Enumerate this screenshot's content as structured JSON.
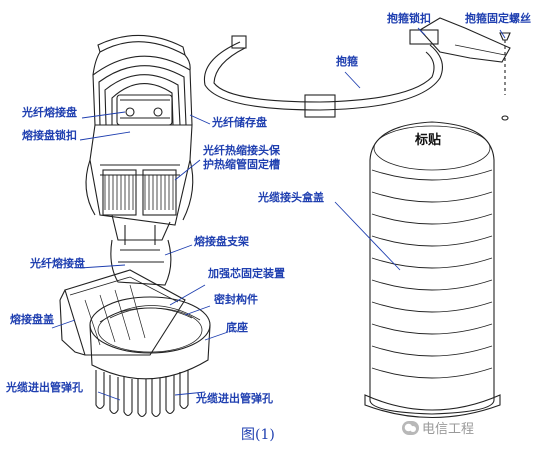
{
  "labels": {
    "fusion_tray_top": "光纤熔接盘",
    "tray_lock": "熔接盘锁扣",
    "fiber_storage_tray": "光纤储存盘",
    "heat_shrink_protection_1": "光纤热缩接头保",
    "heat_shrink_protection_2": "护热缩管固定槽",
    "tray_bracket": "熔接盘支架",
    "fusion_tray_bottom": "光纤熔接盘",
    "reinforcement_fixing": "加强芯固定装置",
    "sealing_component": "密封构件",
    "tray_cover": "熔接盘盖",
    "base": "底座",
    "cable_port_left": "光缆进出管弹孔",
    "cable_port_right": "光缆进出管弹孔",
    "hoop_lock": "抱箍锁扣",
    "hoop_screw": "抱箍固定螺丝",
    "hoop": "抱箍",
    "splice_cover": "光缆接头盒盖",
    "sticker": "标贴"
  },
  "caption": "图(1)",
  "watermark": "电信工程"
}
